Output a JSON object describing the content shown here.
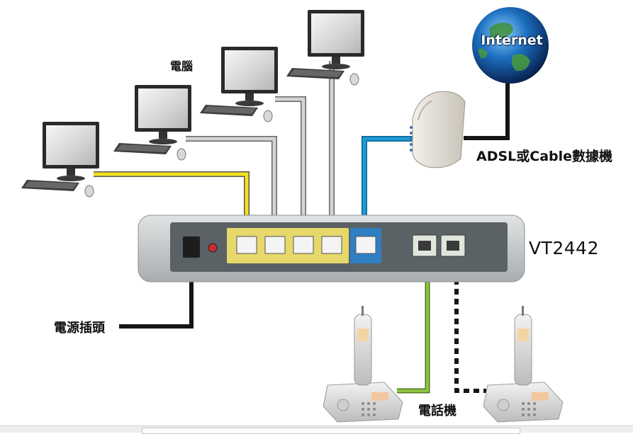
{
  "labels": {
    "computers": "電腦",
    "modem": "ADSL或Cable數據機",
    "router_model": "VT2442",
    "power_plug": "電源插頭",
    "telephones": "電話機",
    "internet": "Internet"
  },
  "colors": {
    "lan_cable_yellow": "#f2e21f",
    "lan_cable_gray": "#a7a7a7",
    "wan_cable_blue": "#1f9ad6",
    "phone_cable_green": "#8cc341",
    "power_cable": "#151515",
    "router_body": "#c9cccd",
    "router_panel": "#5b6266"
  },
  "icons": [
    "computer-icon",
    "globe-icon",
    "modem-icon",
    "router-icon",
    "telephone-icon"
  ]
}
